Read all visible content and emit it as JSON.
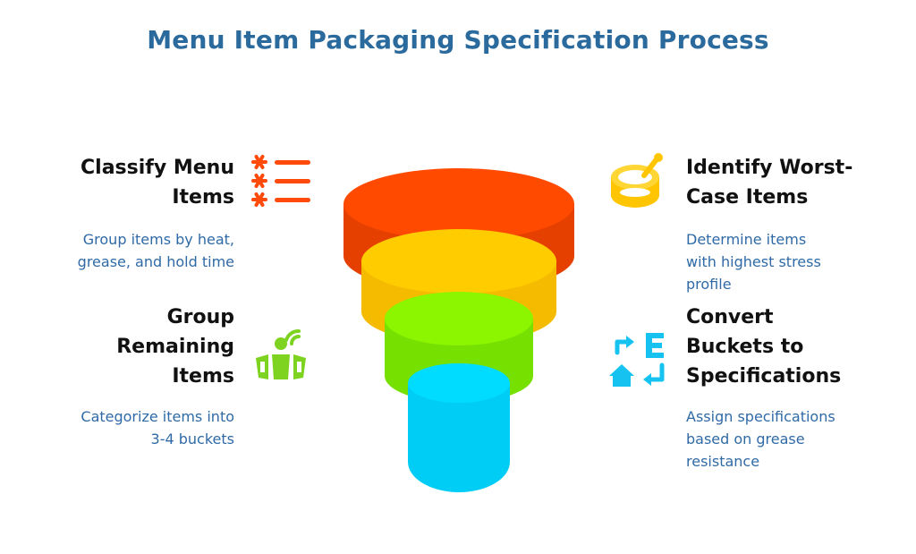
{
  "title": "Menu Item Packaging Specification Process",
  "steps": {
    "classify": {
      "title_line1": "Classify Menu",
      "title_line2": "Items",
      "desc_line1": "Group items by heat,",
      "desc_line2": "grease, and hold time",
      "icon": "list-asterisk-icon",
      "color": "#ff4a0a"
    },
    "group": {
      "title_line1": "Group",
      "title_line2": "Remaining",
      "title_line3": "Items",
      "desc_line1": "Categorize items into",
      "desc_line2": "3-4 buckets",
      "icon": "group-people-icon",
      "color": "#7ed321"
    },
    "identify": {
      "title_line1": "Identify Worst-",
      "title_line2": "Case Items",
      "desc_line1": "Determine items",
      "desc_line2": "with highest stress",
      "desc_line3": "profile",
      "icon": "canned-food-icon",
      "color": "#ffc500"
    },
    "convert": {
      "title_line1": "Convert",
      "title_line2": "Buckets to",
      "title_line3": "Specifications",
      "desc_line1": "Assign specifications",
      "desc_line2": "based on grease",
      "desc_line3": "resistance",
      "icon": "convert-arrows-icon",
      "color": "#16c3f0"
    }
  },
  "funnel_colors": {
    "layer1": "#ff4a00",
    "layer2": "#ffc800",
    "layer3": "#86f000",
    "layer4": "#00d7ff"
  }
}
